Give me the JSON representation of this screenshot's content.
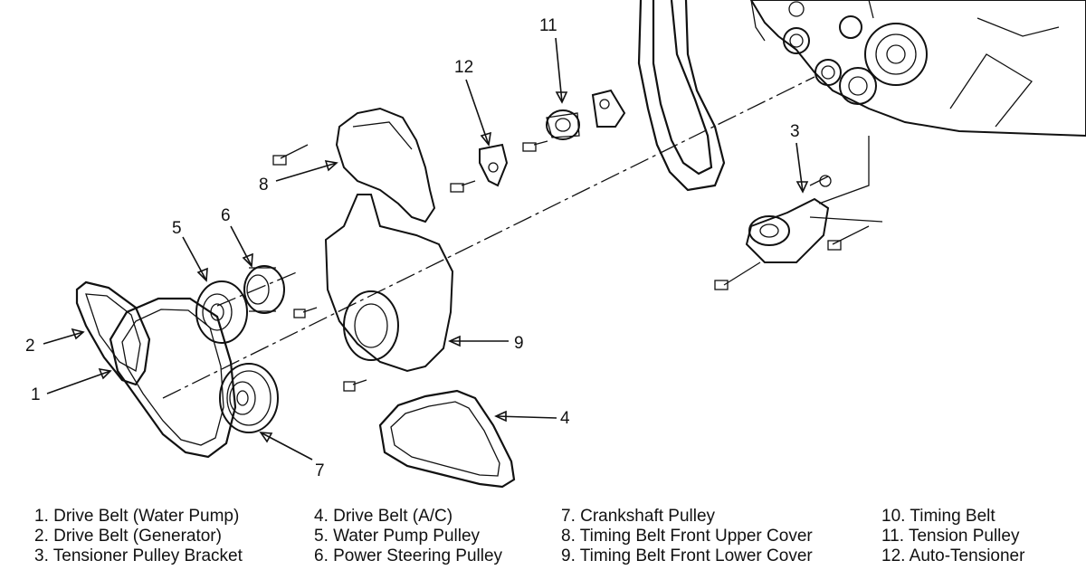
{
  "callouts": [
    {
      "number": "1"
    },
    {
      "number": "2"
    },
    {
      "number": "3"
    },
    {
      "number": "4"
    },
    {
      "number": "5"
    },
    {
      "number": "6"
    },
    {
      "number": "7"
    },
    {
      "number": "8"
    },
    {
      "number": "9"
    },
    {
      "number": "11"
    },
    {
      "number": "12"
    }
  ],
  "legend": {
    "columns": [
      [
        "1. Drive Belt (Water Pump)",
        "2. Drive Belt (Generator)",
        "3. Tensioner Pulley Bracket"
      ],
      [
        "4. Drive Belt (A/C)",
        "5. Water Pump Pulley",
        "6. Power Steering Pulley"
      ],
      [
        "7. Crankshaft Pulley",
        "8. Timing Belt Front Upper Cover",
        "9. Timing Belt Front Lower Cover"
      ],
      [
        "10. Timing Belt",
        "11. Tension Pulley",
        "12. Auto-Tensioner"
      ]
    ]
  }
}
